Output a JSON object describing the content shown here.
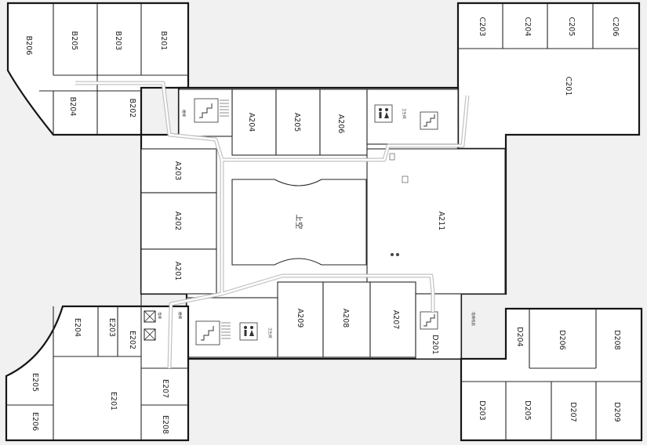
{
  "map": {
    "rooms": {
      "A201": "A201",
      "A202": "A202",
      "A203": "A203",
      "A204": "A204",
      "A205": "A205",
      "A206": "A206",
      "A207": "A207",
      "A208": "A208",
      "A209": "A209",
      "A211": "A211",
      "B201": "B201",
      "B202": "B202",
      "B203": "B203",
      "B204": "B204",
      "B205": "B205",
      "B206": "B206",
      "C201": "C201",
      "C203": "C203",
      "C204": "C204",
      "C205": "C205",
      "C206": "C206",
      "D201": "D201",
      "D203": "D203",
      "D204": "D204",
      "D205": "D205",
      "D206": "D206",
      "D207": "D207",
      "D208": "D208",
      "D209": "D209",
      "E201": "E201",
      "E202": "E202",
      "E203": "E203",
      "E204": "E204",
      "E205": "E205",
      "E206": "E206",
      "E207": "E207",
      "E208": "E208"
    },
    "atrium_label": "上空",
    "restroom_label": "卫生间",
    "tiny_marks": {
      "stair_top": "楼梯",
      "stair_bottom": "楼梯",
      "elevator": "电梯",
      "mech_room": "电梯机房"
    },
    "colors": {
      "wall": "#161616",
      "floor": "#ffffff",
      "background": "#f1f1f1",
      "route": "#bcbcbc"
    },
    "icons": [
      "stairs-icon",
      "restroom-icon",
      "elevator-icon",
      "fire-extinguisher-icon"
    ]
  }
}
